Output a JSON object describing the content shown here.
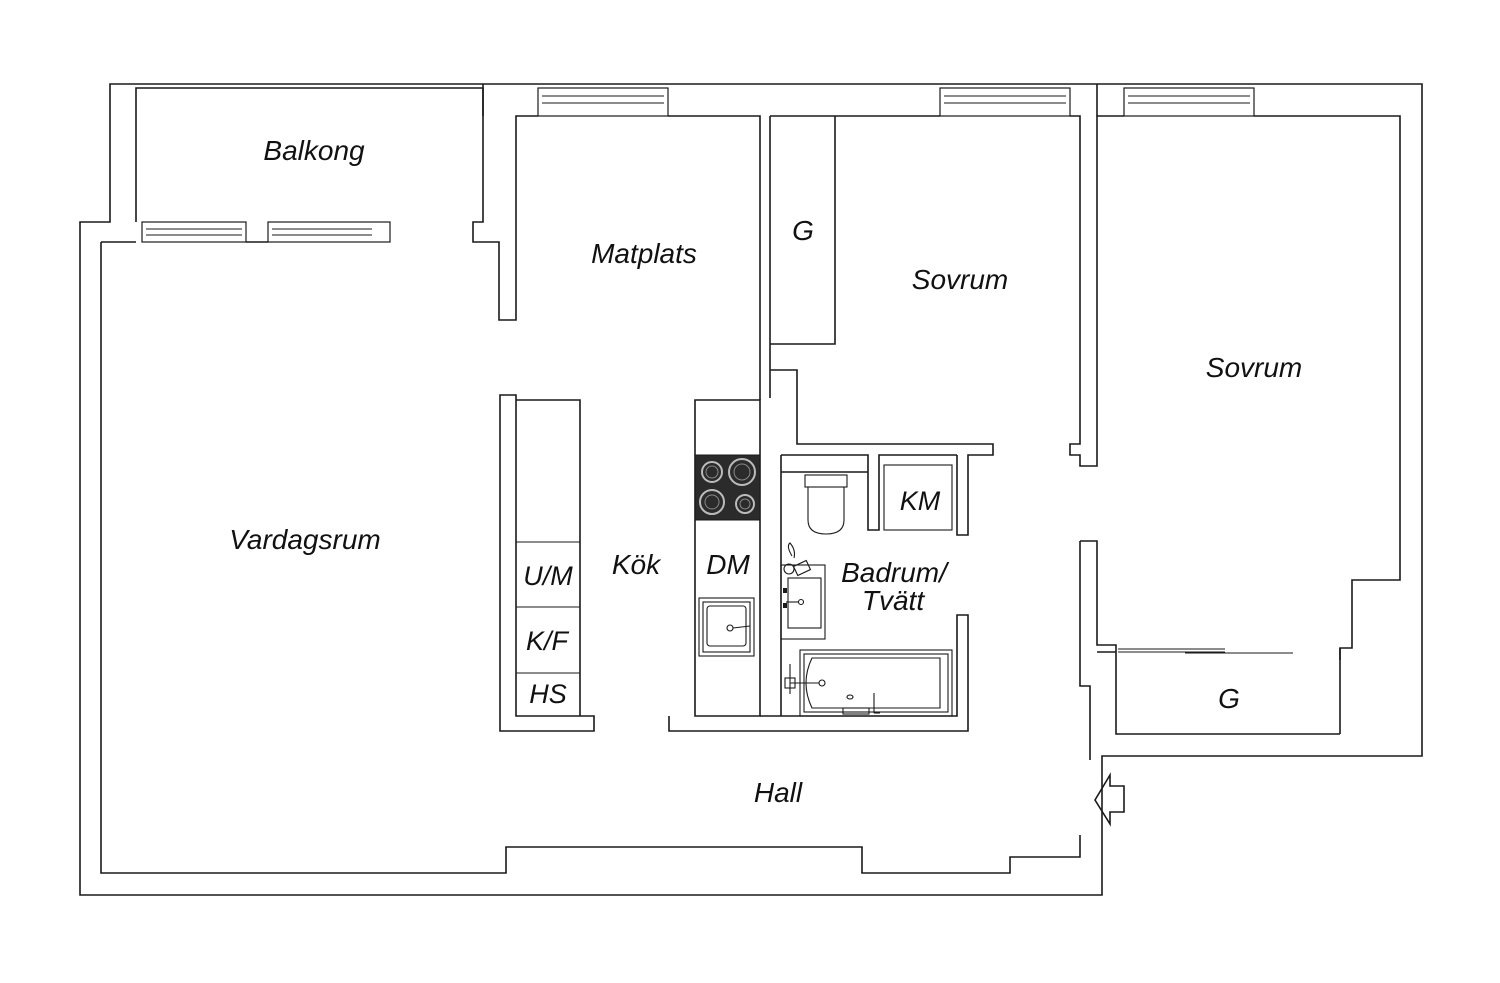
{
  "labels": {
    "balkong": "Balkong",
    "matplats": "Matplats",
    "g_top": "G",
    "sovrum_1": "Sovrum",
    "sovrum_2": "Sovrum",
    "vardagsrum": "Vardagsrum",
    "um": "U/M",
    "kf": "K/F",
    "hs": "HS",
    "kok": "Kök",
    "dm": "DM",
    "km": "KM",
    "badrum_line1": "Badrum/",
    "badrum_line2": "Tvätt",
    "g_bottom": "G",
    "hall": "Hall"
  },
  "colors": {
    "stroke": "#1a1a1a",
    "stove": "#2b2b2b",
    "background": "#ffffff"
  },
  "icons": {
    "entrance": "entrance-arrow-icon",
    "stove": "stove-icon",
    "sink": "kitchen-sink-icon",
    "toilet": "toilet-icon",
    "washbasin": "washbasin-icon",
    "bathtub": "bathtub-icon"
  }
}
